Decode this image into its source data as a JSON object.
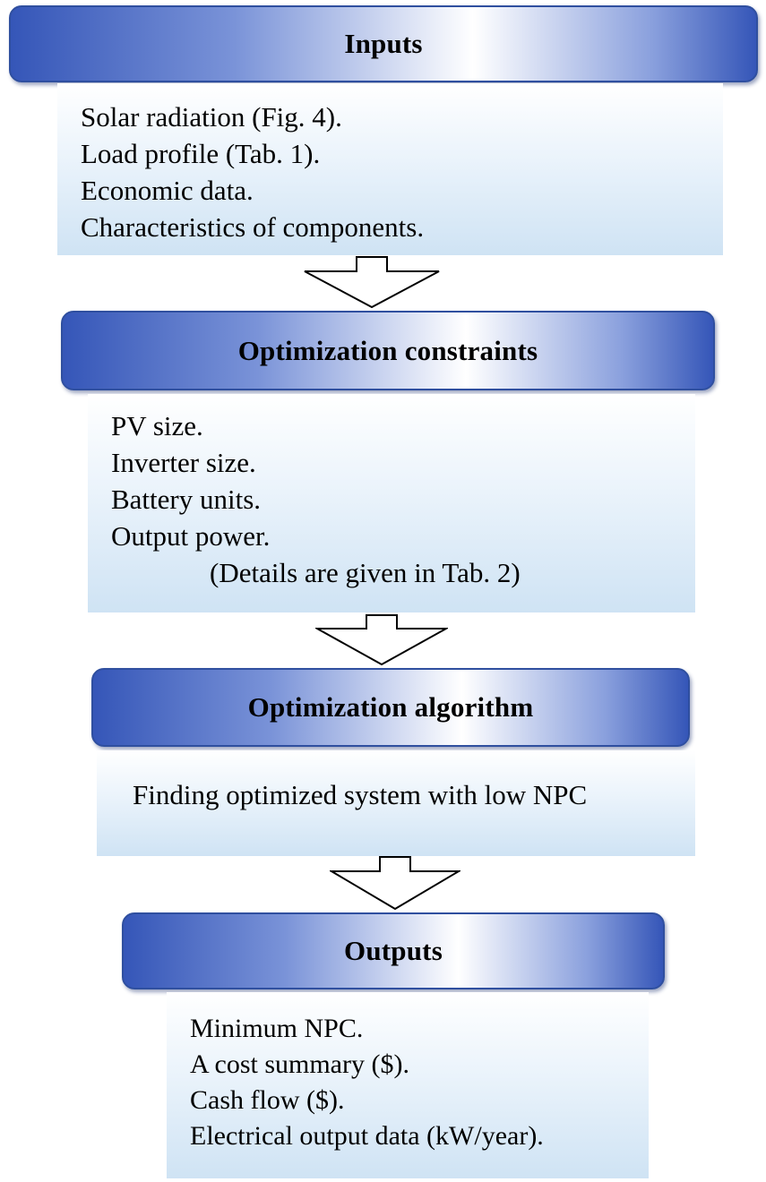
{
  "diagram": {
    "steps": [
      {
        "title": "Inputs",
        "items": [
          "Solar radiation (Fig. 4).",
          "Load profile (Tab. 1).",
          "Economic data.",
          "Characteristics of components."
        ]
      },
      {
        "title": "Optimization constraints",
        "items": [
          "PV size.",
          "Inverter size.",
          "Battery units.",
          "Output power."
        ],
        "note": "(Details are given in Tab. 2)"
      },
      {
        "title": "Optimization algorithm",
        "items": [
          "Finding optimized system with low NPC"
        ]
      },
      {
        "title": "Outputs",
        "items": [
          "Minimum NPC.",
          "A cost summary ($).",
          "Cash flow ($).",
          "Electrical output data (kW/year)."
        ]
      }
    ],
    "colors": {
      "header_accent": "#3556b8",
      "header_border": "#2f4f9f",
      "body_fill": "#cfe3f4"
    },
    "arrow_icon": "down-arrow-icon"
  }
}
